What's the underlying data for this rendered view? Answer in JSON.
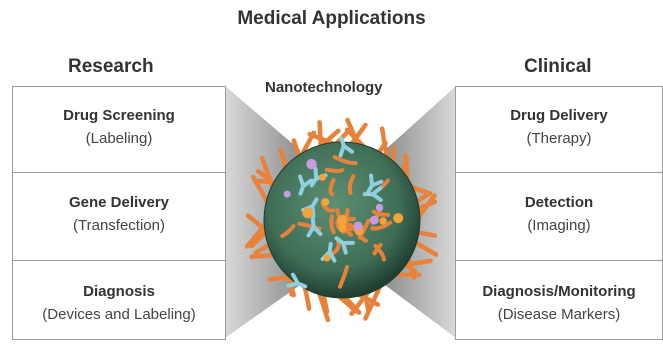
{
  "title": "Medical Applications",
  "research": {
    "heading": "Research",
    "items": [
      {
        "title": "Drug Screening",
        "sub": "(Labeling)"
      },
      {
        "title": "Gene Delivery",
        "sub": "(Transfection)"
      },
      {
        "title": "Diagnosis",
        "sub": "(Devices and Labeling)"
      }
    ]
  },
  "clinical": {
    "heading": "Clinical",
    "items": [
      {
        "title": "Drug Delivery",
        "sub": "(Therapy)"
      },
      {
        "title": "Detection",
        "sub": "(Imaging)"
      },
      {
        "title": "Diagnosis/Monitoring",
        "sub": "(Disease Markers)"
      }
    ]
  },
  "center_label": "Nanotechnology",
  "colors": {
    "sphere_core": "#3f6e57",
    "sphere_edge": "#1f3d30",
    "strand": "#e8823a",
    "antibody": "#8ecfe0",
    "particle": "#f2a33a",
    "funnel": "#c8c8c8"
  }
}
